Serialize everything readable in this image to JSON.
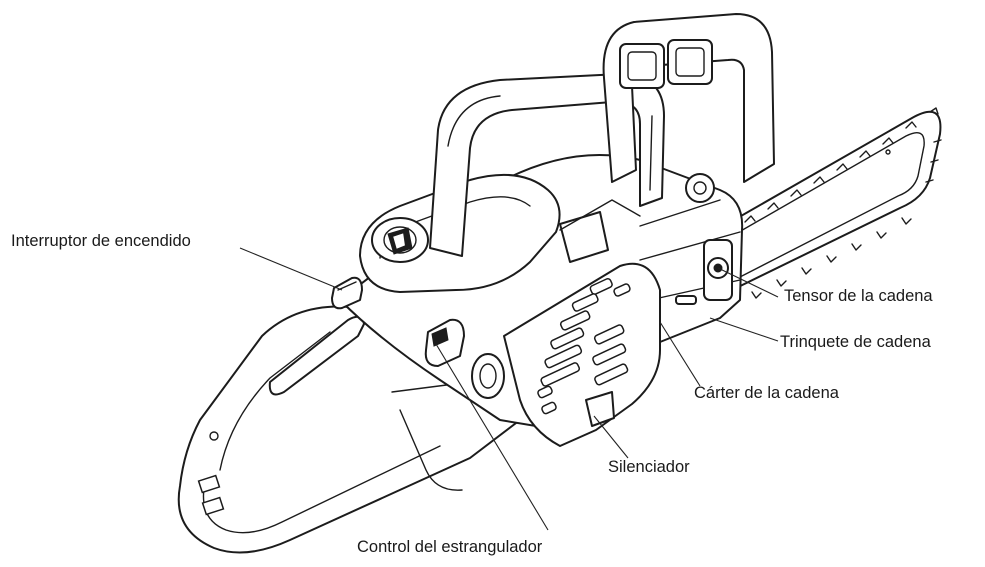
{
  "labels": {
    "power_switch": "Interruptor de encendido",
    "chain_tensioner": "Tensor de la cadena",
    "chain_catcher": "Trinquete de cadena",
    "chain_cover": "Cárter de la cadena",
    "muffler": "Silenciador",
    "choke_control": "Control del estrangulador"
  }
}
